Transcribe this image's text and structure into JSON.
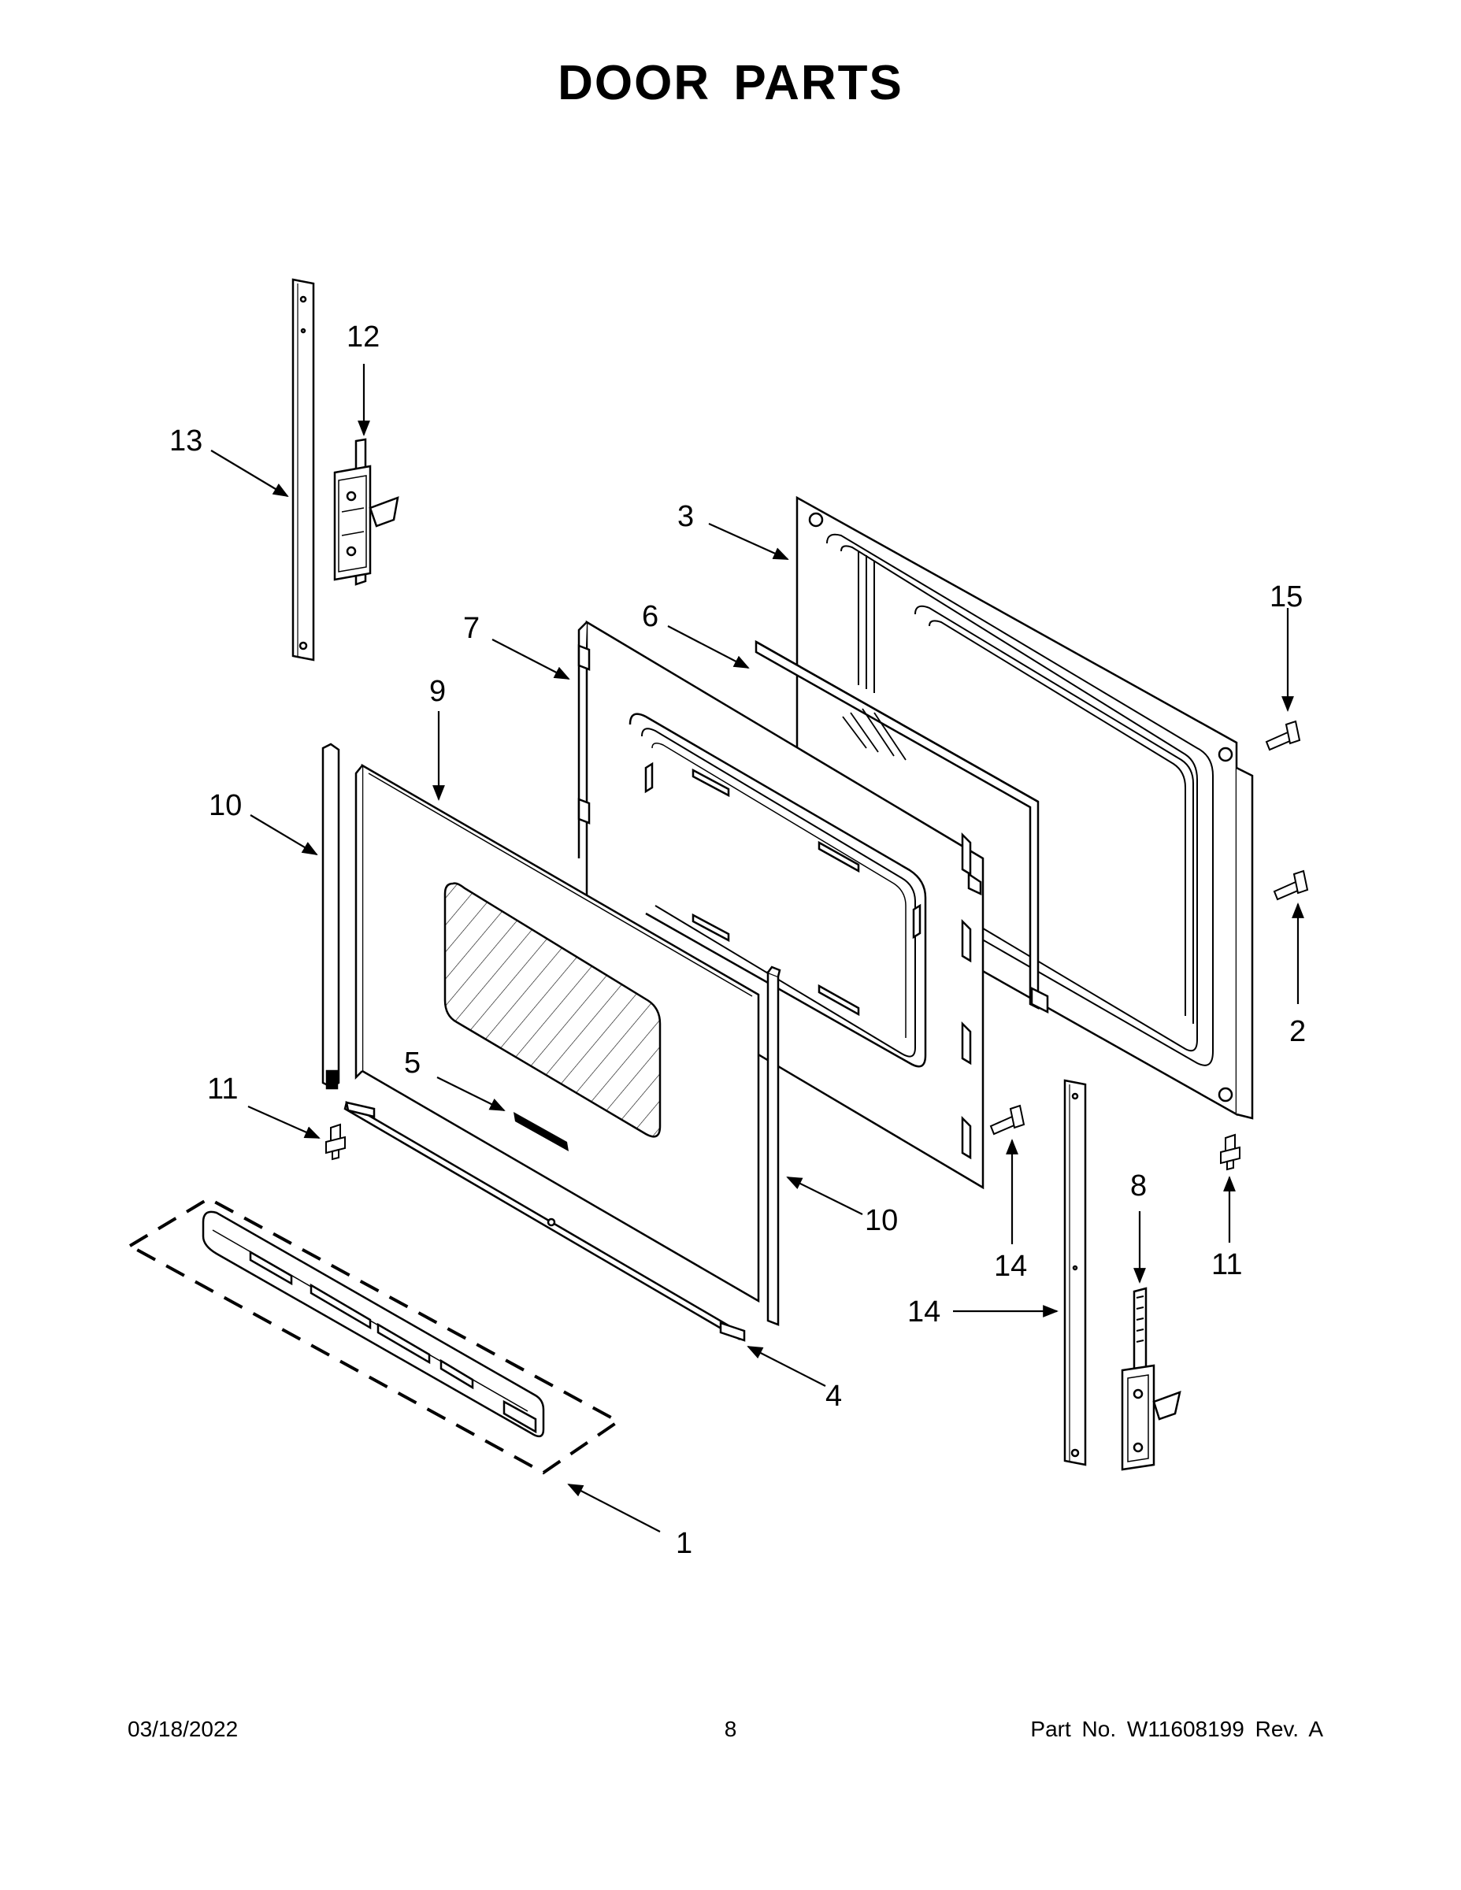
{
  "title": "DOOR PARTS",
  "callouts": [
    {
      "id": "c1",
      "label": "1"
    },
    {
      "id": "c2",
      "label": "2"
    },
    {
      "id": "c3",
      "label": "3"
    },
    {
      "id": "c4",
      "label": "4"
    },
    {
      "id": "c5",
      "label": "5"
    },
    {
      "id": "c6",
      "label": "6"
    },
    {
      "id": "c7",
      "label": "7"
    },
    {
      "id": "c8",
      "label": "8"
    },
    {
      "id": "c9",
      "label": "9"
    },
    {
      "id": "c10a",
      "label": "10"
    },
    {
      "id": "c10b",
      "label": "10"
    },
    {
      "id": "c11a",
      "label": "11"
    },
    {
      "id": "c11b",
      "label": "11"
    },
    {
      "id": "c12",
      "label": "12"
    },
    {
      "id": "c13",
      "label": "13"
    },
    {
      "id": "c14a",
      "label": "14"
    },
    {
      "id": "c14b",
      "label": "14"
    },
    {
      "id": "c15",
      "label": "15"
    }
  ],
  "footer": {
    "date": "03/18/2022",
    "page": "8",
    "part": "Part No.  W11608199  Rev.  A"
  }
}
